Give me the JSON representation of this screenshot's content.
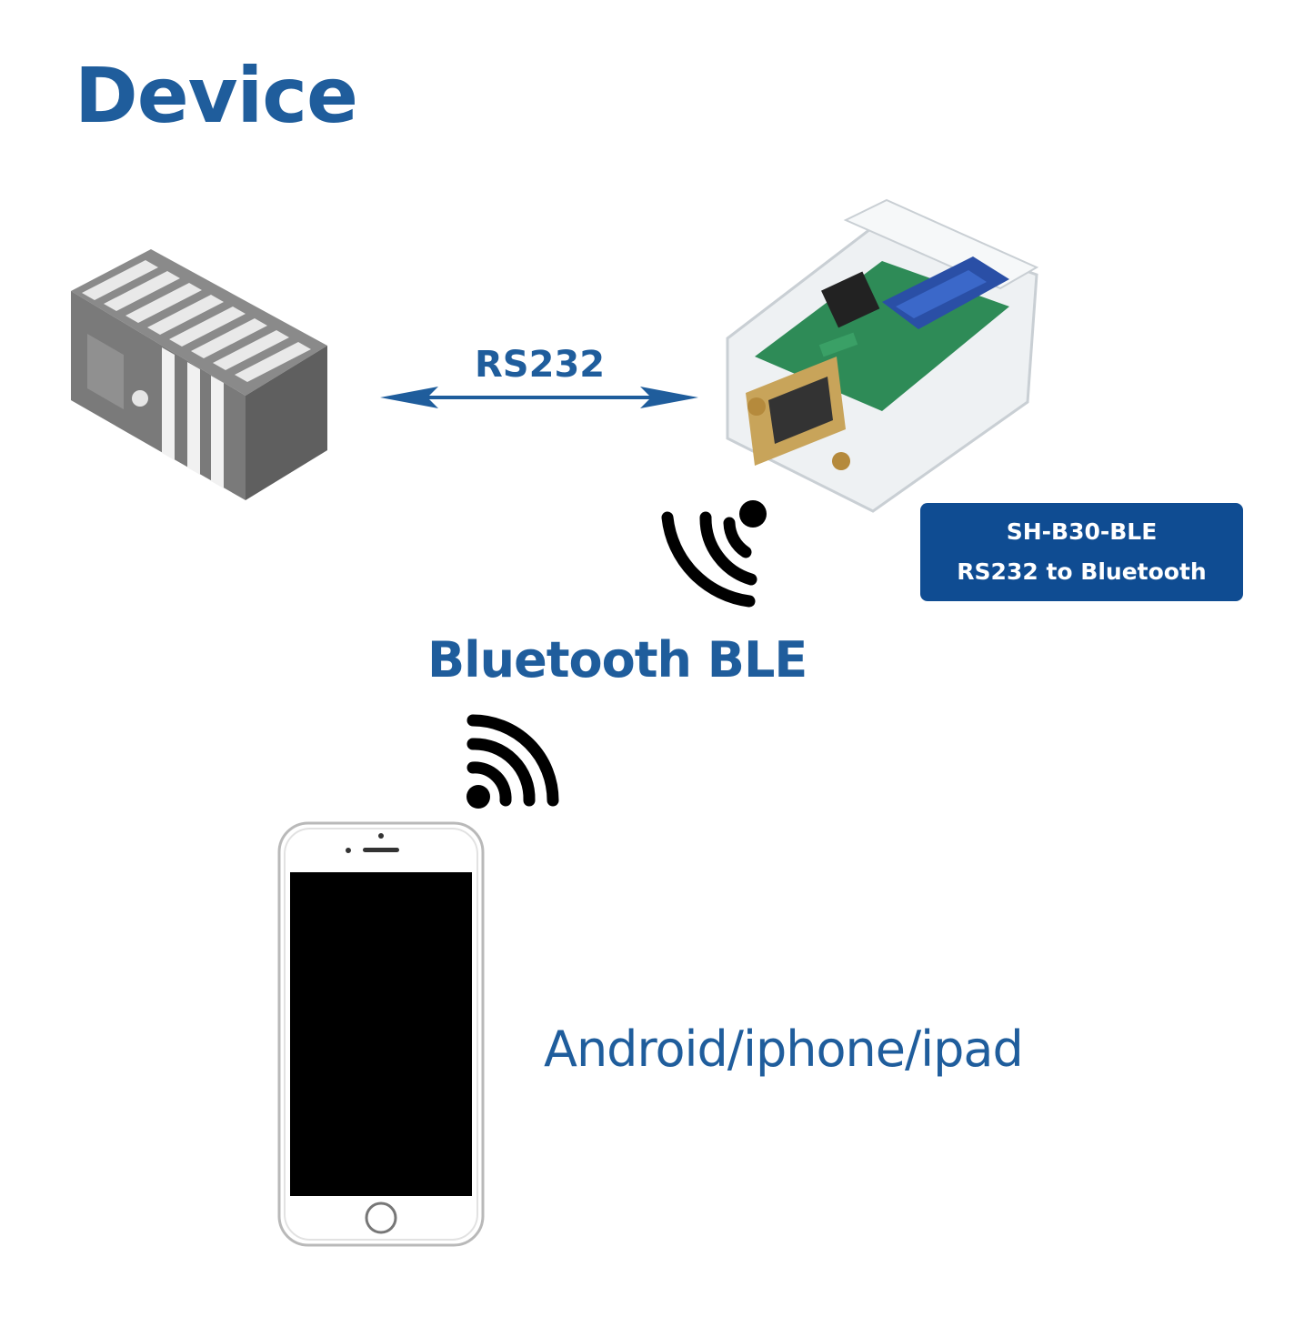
{
  "title": "Device",
  "link": {
    "label": "RS232"
  },
  "module": {
    "model": "SH-B30-BLE",
    "description": "RS232 to Bluetooth"
  },
  "wireless": {
    "label": "Bluetooth BLE"
  },
  "mobile": {
    "label": "Android/iphone/ipad"
  },
  "colors": {
    "accent": "#1f5d9c",
    "badge": "#0f4c92"
  },
  "icons": [
    "plc-device-icon",
    "bluetooth-module-icon",
    "signal-waves-icon",
    "smartphone-icon"
  ]
}
